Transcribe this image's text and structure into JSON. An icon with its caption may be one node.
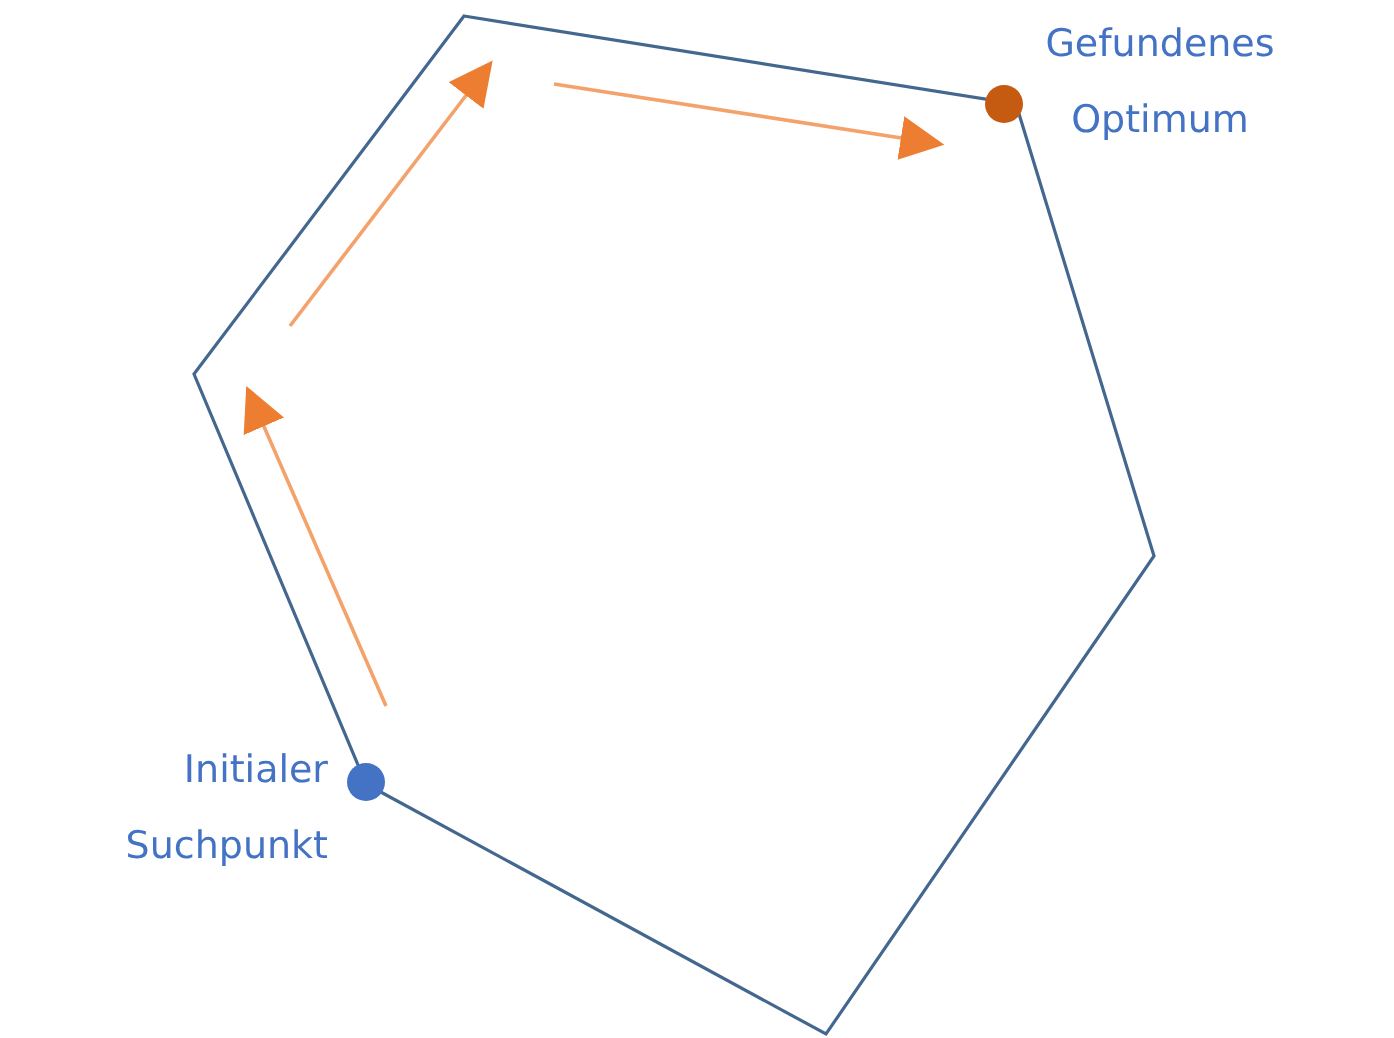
{
  "diagram": {
    "nodes": [
      {
        "text": [],
        "shape": "circle",
        "beside": [
          "Initialer Suchpunkt"
        ]
      },
      {
        "text": [],
        "shape": "circle",
        "beside": [
          "Gefundenes Optimum"
        ]
      }
    ]
  }
}
